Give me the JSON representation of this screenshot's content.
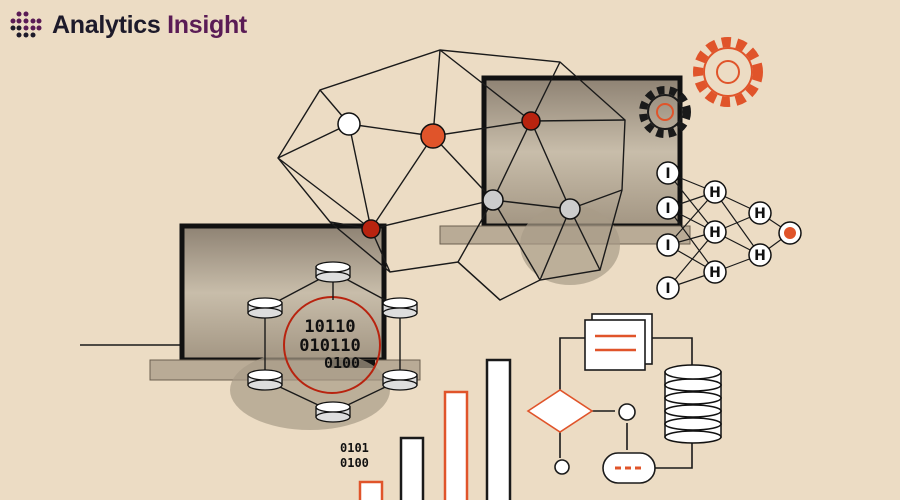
{
  "logo": {
    "brand_first": "Analytics",
    "brand_second": "Insight",
    "accent_color": "#5a1b55"
  },
  "binary_circle": {
    "line1": "10110",
    "line2": "010110",
    "line3": "0100"
  },
  "binary_small": {
    "line1": "0101",
    "line2": "0100"
  },
  "neural_net": {
    "input_label": "I",
    "hidden_label": "H"
  },
  "colors": {
    "background": "#ecdcc4",
    "orange": "#e0542a",
    "red": "#b8230f",
    "ink": "#1a1a1a"
  }
}
